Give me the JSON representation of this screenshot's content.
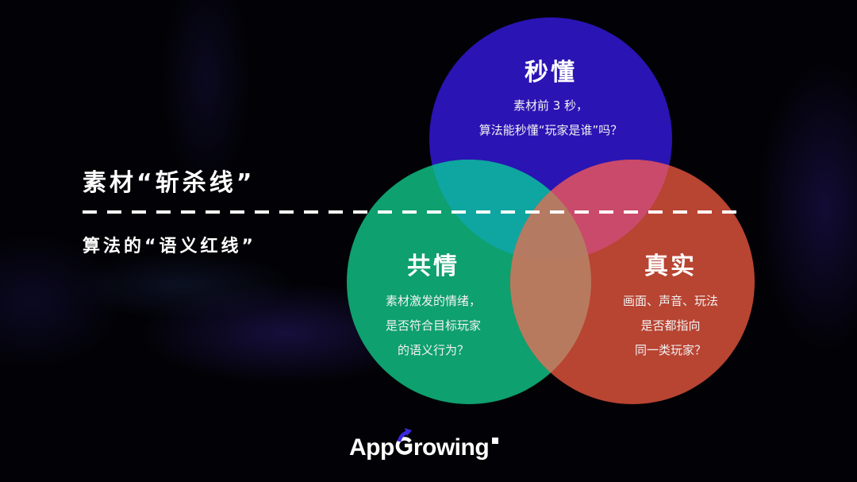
{
  "background": {
    "color": "#020206",
    "accent_glow": "#3c28a0"
  },
  "headings": {
    "top": "素材“斩杀线”",
    "bottom": "算法的“语义红线”"
  },
  "divider": {
    "style": "dashed",
    "color": "#ffffff"
  },
  "circles": [
    {
      "id": "blue",
      "color": "#2a14b4",
      "title": "秒懂",
      "lines": [
        "素材前 3 秒，",
        "算法能秒懂“玩家是谁”吗？"
      ]
    },
    {
      "id": "green",
      "color": "#0ea06e",
      "title": "共情",
      "lines": [
        "素材激发的情绪，",
        "是否符合目标玩家",
        "的语义行为？"
      ]
    },
    {
      "id": "red",
      "color": "#b84432",
      "title": "真实",
      "lines": [
        "画面、声音、玩法",
        "是否都指向",
        "同一类玩家？"
      ]
    }
  ],
  "overlaps": {
    "blue_green": "#0fa5a0",
    "blue_red": "#c94a6a",
    "green_red": "#b87a5e",
    "center": "#b47a62"
  },
  "logo": {
    "text_left": "App",
    "text_right": "rowing",
    "mark_color": "#3a2ae0"
  }
}
